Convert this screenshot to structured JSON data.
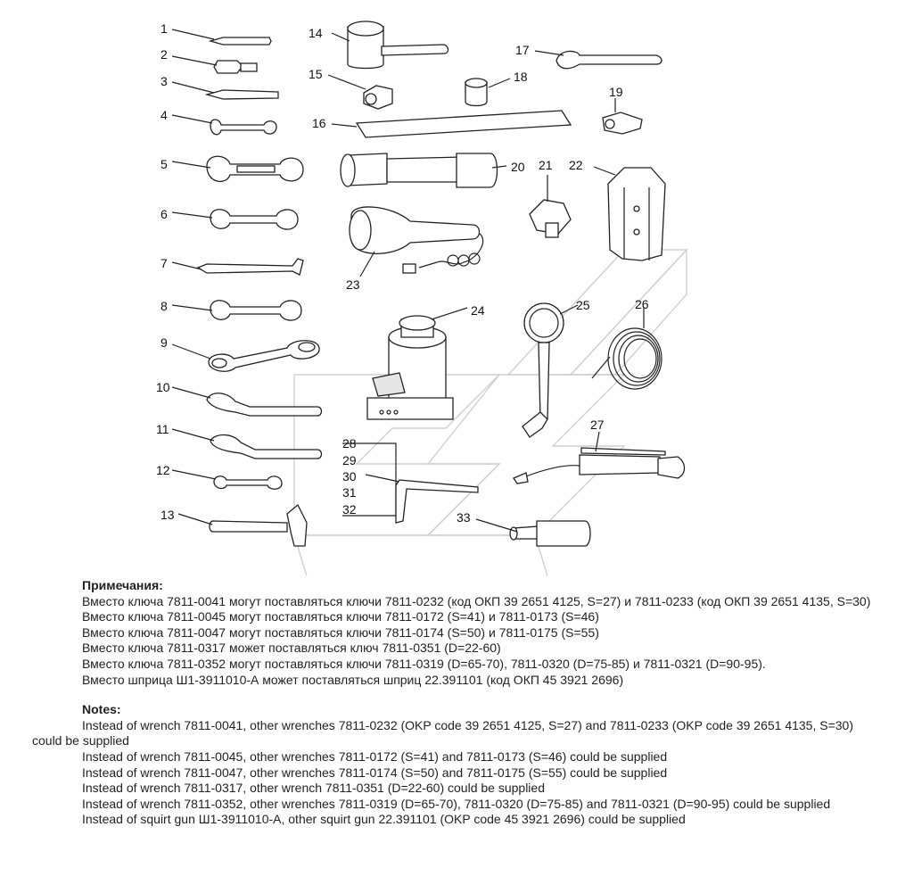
{
  "callouts": [
    "1",
    "2",
    "3",
    "4",
    "5",
    "6",
    "7",
    "8",
    "9",
    "10",
    "11",
    "12",
    "13",
    "14",
    "15",
    "16",
    "17",
    "18",
    "19",
    "20",
    "21",
    "22",
    "23",
    "24",
    "25",
    "26",
    "27",
    "28",
    "29",
    "30",
    "31",
    "32",
    "33"
  ],
  "notes_ru": {
    "heading": "Примечания:",
    "items": [
      "Вместо ключа 7811-0041 могут поставляться ключи 7811-0232 (код ОКП  39 2651 4125, S=27) и 7811-0233 (код ОКП 39 2651 4135, S=30)",
      "Вместо ключа 7811-0045 могут поставляться ключи 7811-0172 (S=41) и  7811-0173 (S=46)",
      "Вместо ключа 7811-0047 могут поставляться ключи 7811-0174 (S=50) и  7811-0175 (S=55)",
      "Вместо ключа 7811-0317 может поставляться ключ 7811-0351 (D=22-60)",
      "Вместо ключа 7811-0352 могут поставляться ключи 7811-0319 (D=65-70), 7811-0320 (D=75-85) и 7811-0321 (D=90-95).",
      "Вместо шприца Ш1-3911010-А может поставляться шприц 22.391101 (код ОКП 45 3921 2696)"
    ]
  },
  "notes_en": {
    "heading": "Notes:",
    "items": [
      "Instead of wrench 7811-0041, other wrenches 7811-0232 (OKP code 39 2651 4125, S=27) and 7811-0233 (OKP code 39 2651 4135, S=30) could be supplied",
      "Instead of wrench 7811-0045, other wrenches 7811-0172 (S=41) and 7811-0173 (S=46) could be supplied",
      "Instead of wrench 7811-0047, other wrenches 7811-0174 (S=50) and 7811-0175 (S=55) could be supplied",
      "Instead of wrench 7811-0317, other wrench 7811-0351 (D=22-60) could be supplied",
      "Instead of wrench 7811-0352, other wrenches 7811-0319 (D=65-70), 7811-0320 (D=75-85) and 7811-0321 (D=90-95) could be supplied",
      "Instead of squirt gun Ш1-3911010-А, other squirt gun 22.391101 (OKP code 45 3921 2696) could be supplied"
    ]
  }
}
